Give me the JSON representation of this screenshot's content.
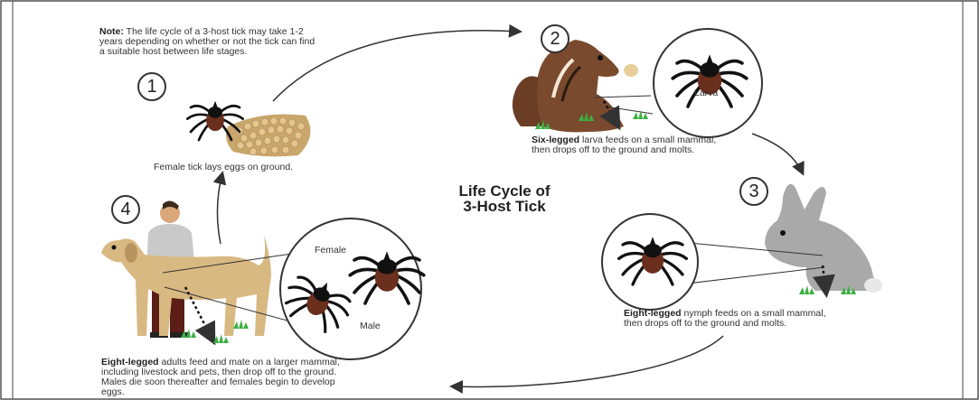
{
  "title": {
    "line1": "Life Cycle of",
    "line2": "3-Host Tick"
  },
  "note": {
    "label": "Note:",
    "line1": "The life cycle of a 3-host tick may take 1-2",
    "line2": "years depending on whether or not the tick can find",
    "line3": "a suitable host between life stages."
  },
  "stages": [
    {
      "number": "1",
      "caption": "Female tick lays eggs on ground."
    },
    {
      "number": "2",
      "bold": "Six-legged",
      "line1": " larva feeds on a small mammal,",
      "line2": "then drops off to the ground and molts.",
      "inset_label": "Larva"
    },
    {
      "number": "3",
      "bold": "Eight-legged",
      "line1": " nymph feeds on a small mammal,",
      "line2": "then drops off to the ground and molts."
    },
    {
      "number": "4",
      "bold": "Eight-legged",
      "line1": " adults feed and mate on a larger mammal,",
      "line2": "including livestock and pets, then drop off to the ground.",
      "line3": "Males die soon thereafter and females begin to develop",
      "line4": "eggs.",
      "inset_female": "Female",
      "inset_male": "Male"
    }
  ],
  "colors": {
    "tick_body": "#6b2f1e",
    "tick_legs": "#111111",
    "grass": "#3cb043",
    "chipmunk": "#7a4a2e",
    "rabbit": "#a9a9a9",
    "dog": "#d9b982",
    "eggs": "#c9a66b",
    "arrow": "#333333"
  }
}
